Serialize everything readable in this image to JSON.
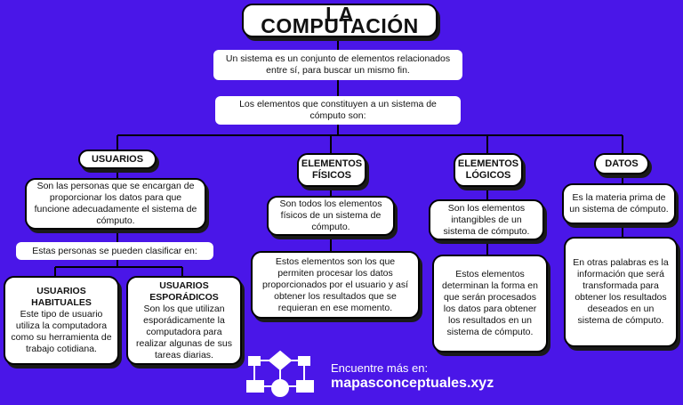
{
  "title": "LA COMPUTACIÓN",
  "definition": "Un sistema es un conjunto de elementos relacionados entre sí, para buscar un mismo fin.",
  "elements_intro": "Los elementos que constituyen a un sistema de cómputo son:",
  "branches": [
    {
      "label": "USUARIOS",
      "description": "Son las personas que se encargan de proporcionar los datos para que funcione adecuadamente el sistema de cómputo.",
      "classification": "Estas personas se pueden clasificar en:",
      "types": [
        {
          "label": "USUARIOS HABITUALES",
          "text": "Este tipo de usuario utiliza la computadora como su herramienta de trabajo cotidiana."
        },
        {
          "label": "USUARIOS ESPORÁDICOS",
          "text": "Son los que utilizan esporádicamente la computadora para realizar algunas de sus tareas diarias."
        }
      ]
    },
    {
      "label": "ELEMENTOS FÍSICOS",
      "description": "Son todos los elementos físicos de un sistema de cómputo.",
      "detail": "Estos elementos son los que permiten procesar los datos proporcionados por el usuario y así obtener los resultados que se requieran en ese momento."
    },
    {
      "label": "ELEMENTOS LÓGICOS",
      "description": "Son los elementos intangibles de un sistema de cómputo.",
      "detail": "Estos elementos determinan la forma en que serán procesados los datos para obtener los resultados en un sistema de cómputo."
    },
    {
      "label": "DATOS",
      "description": "Es la materia prima de un sistema de cómputo.",
      "detail": "En otras palabras es la información que será transformada para obtener los resultados deseados en un sistema de cómputo."
    }
  ],
  "footer": {
    "prefix": "Encuentre más en:",
    "site": "mapasconceptuales.xyz"
  },
  "colors": {
    "background": "#4a16e8",
    "box": "#ffffff",
    "line": "#000000"
  },
  "icons": [
    "flowchart-logo-icon"
  ]
}
